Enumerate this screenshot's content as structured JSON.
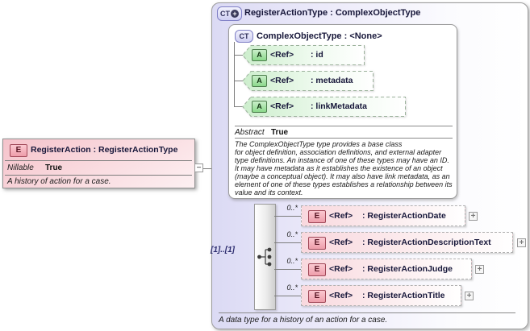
{
  "element_box": {
    "icon": "E",
    "title": "RegisterAction : RegisterActionType",
    "nillable_label": "Nillable",
    "nillable_value": "True",
    "annotation": "A history of action for a case.",
    "collapse_glyph": "−"
  },
  "type_box": {
    "icon": "CT",
    "icon_plus_glyph": "+",
    "title": "RegisterActionType : ComplexObjectType",
    "annotation": "A data type for a history of an action for a case.",
    "base_type_box": {
      "icon": "CT",
      "title": "ComplexObjectType : <None>",
      "attributes": [
        {
          "icon": "A",
          "ref": "<Ref>",
          "name": ": id"
        },
        {
          "icon": "A",
          "ref": "<Ref>",
          "name": ": metadata"
        },
        {
          "icon": "A",
          "ref": "<Ref>",
          "name": ": linkMetadata"
        }
      ],
      "abstract_label": "Abstract",
      "abstract_value": "True",
      "description": "The ComplexObjectType type provides a base class\nfor object definition, association definitions, and external adapter\ntype definitions. An instance of one of these types may have an ID.\nIt may have metadata as it establishes the existence of an object\n(maybe a conceptual object). It may also have link metadata, as an\nelement of one of these types establishes a relationship between its\nvalue and its context."
    },
    "sequence": {
      "cardinality": "[1]..[1]",
      "expand_glyph": "+",
      "elements": [
        {
          "icon": "E",
          "ref": "<Ref>",
          "name": ": RegisterActionDate",
          "occurs": "0..*"
        },
        {
          "icon": "E",
          "ref": "<Ref>",
          "name": ": RegisterActionDescriptionText",
          "occurs": "0..*"
        },
        {
          "icon": "E",
          "ref": "<Ref>",
          "name": ": RegisterActionJudge",
          "occurs": "0..*"
        },
        {
          "icon": "E",
          "ref": "<Ref>",
          "name": ": RegisterActionTitle",
          "occurs": "0..*"
        }
      ]
    }
  },
  "colors": {
    "element_pink": "#f5c3cb",
    "attribute_green": "#8bd88b",
    "type_lavender": "#dbdaf4",
    "connector_gray": "#7d7d7d"
  }
}
